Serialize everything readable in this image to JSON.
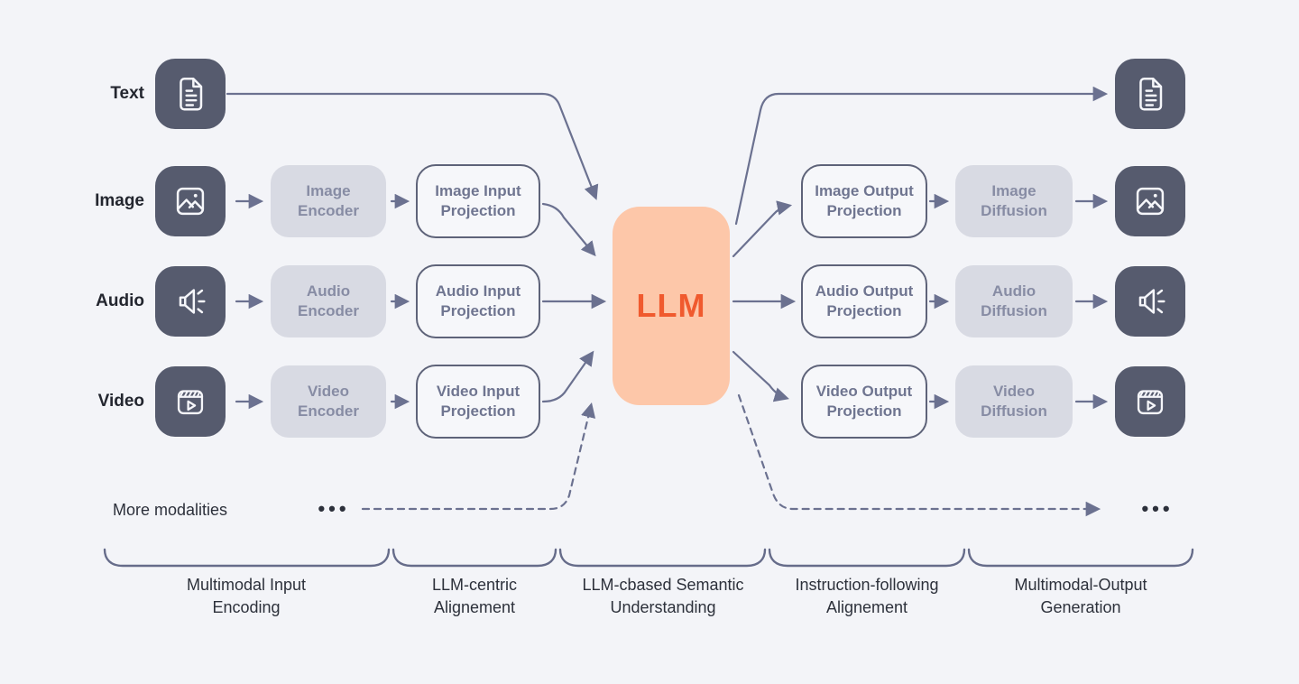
{
  "colors": {
    "background": "#F3F4F8",
    "tile_fill": "#565B6E",
    "tile_glyph": "#F5F6FA",
    "soft_box_fill": "#D8DAE3",
    "soft_box_text": "#878CA4",
    "outline_box_border": "#5E6379",
    "outline_box_text": "#6F7590",
    "llm_fill": "#FDC7A9",
    "llm_text": "#F05A2E",
    "arrow": "#6B7190",
    "brace": "#666C8A",
    "dark_text": "#23262F"
  },
  "modality_labels": {
    "text": "Text",
    "image": "Image",
    "audio": "Audio",
    "video": "Video"
  },
  "encoders": {
    "image": "Image\nEncoder",
    "audio": "Audio\nEncoder",
    "video": "Video\nEncoder"
  },
  "input_projections": {
    "image": "Image Input\nProjection",
    "audio": "Audio Input\nProjection",
    "video": "Video Input\nProjection"
  },
  "llm": {
    "label": "LLM"
  },
  "output_projections": {
    "image": "Image Output\nProjection",
    "audio": "Audio Output\nProjection",
    "video": "Video Output\nProjection"
  },
  "diffusers": {
    "image": "Image\nDiffusion",
    "audio": "Audio\nDiffusion",
    "video": "Video\nDiffusion"
  },
  "more_modalities": {
    "label": "More modalities",
    "dots_left": "•••",
    "dots_right": "•••"
  },
  "stages": [
    {
      "label": "Multimodal Input\nEncoding"
    },
    {
      "label": "LLM-centric\nAlignement"
    },
    {
      "label": "LLM-cbased Semantic\nUnderstanding"
    },
    {
      "label": "Instruction-following\nAlignement"
    },
    {
      "label": "Multimodal-Output\nGeneration"
    }
  ]
}
